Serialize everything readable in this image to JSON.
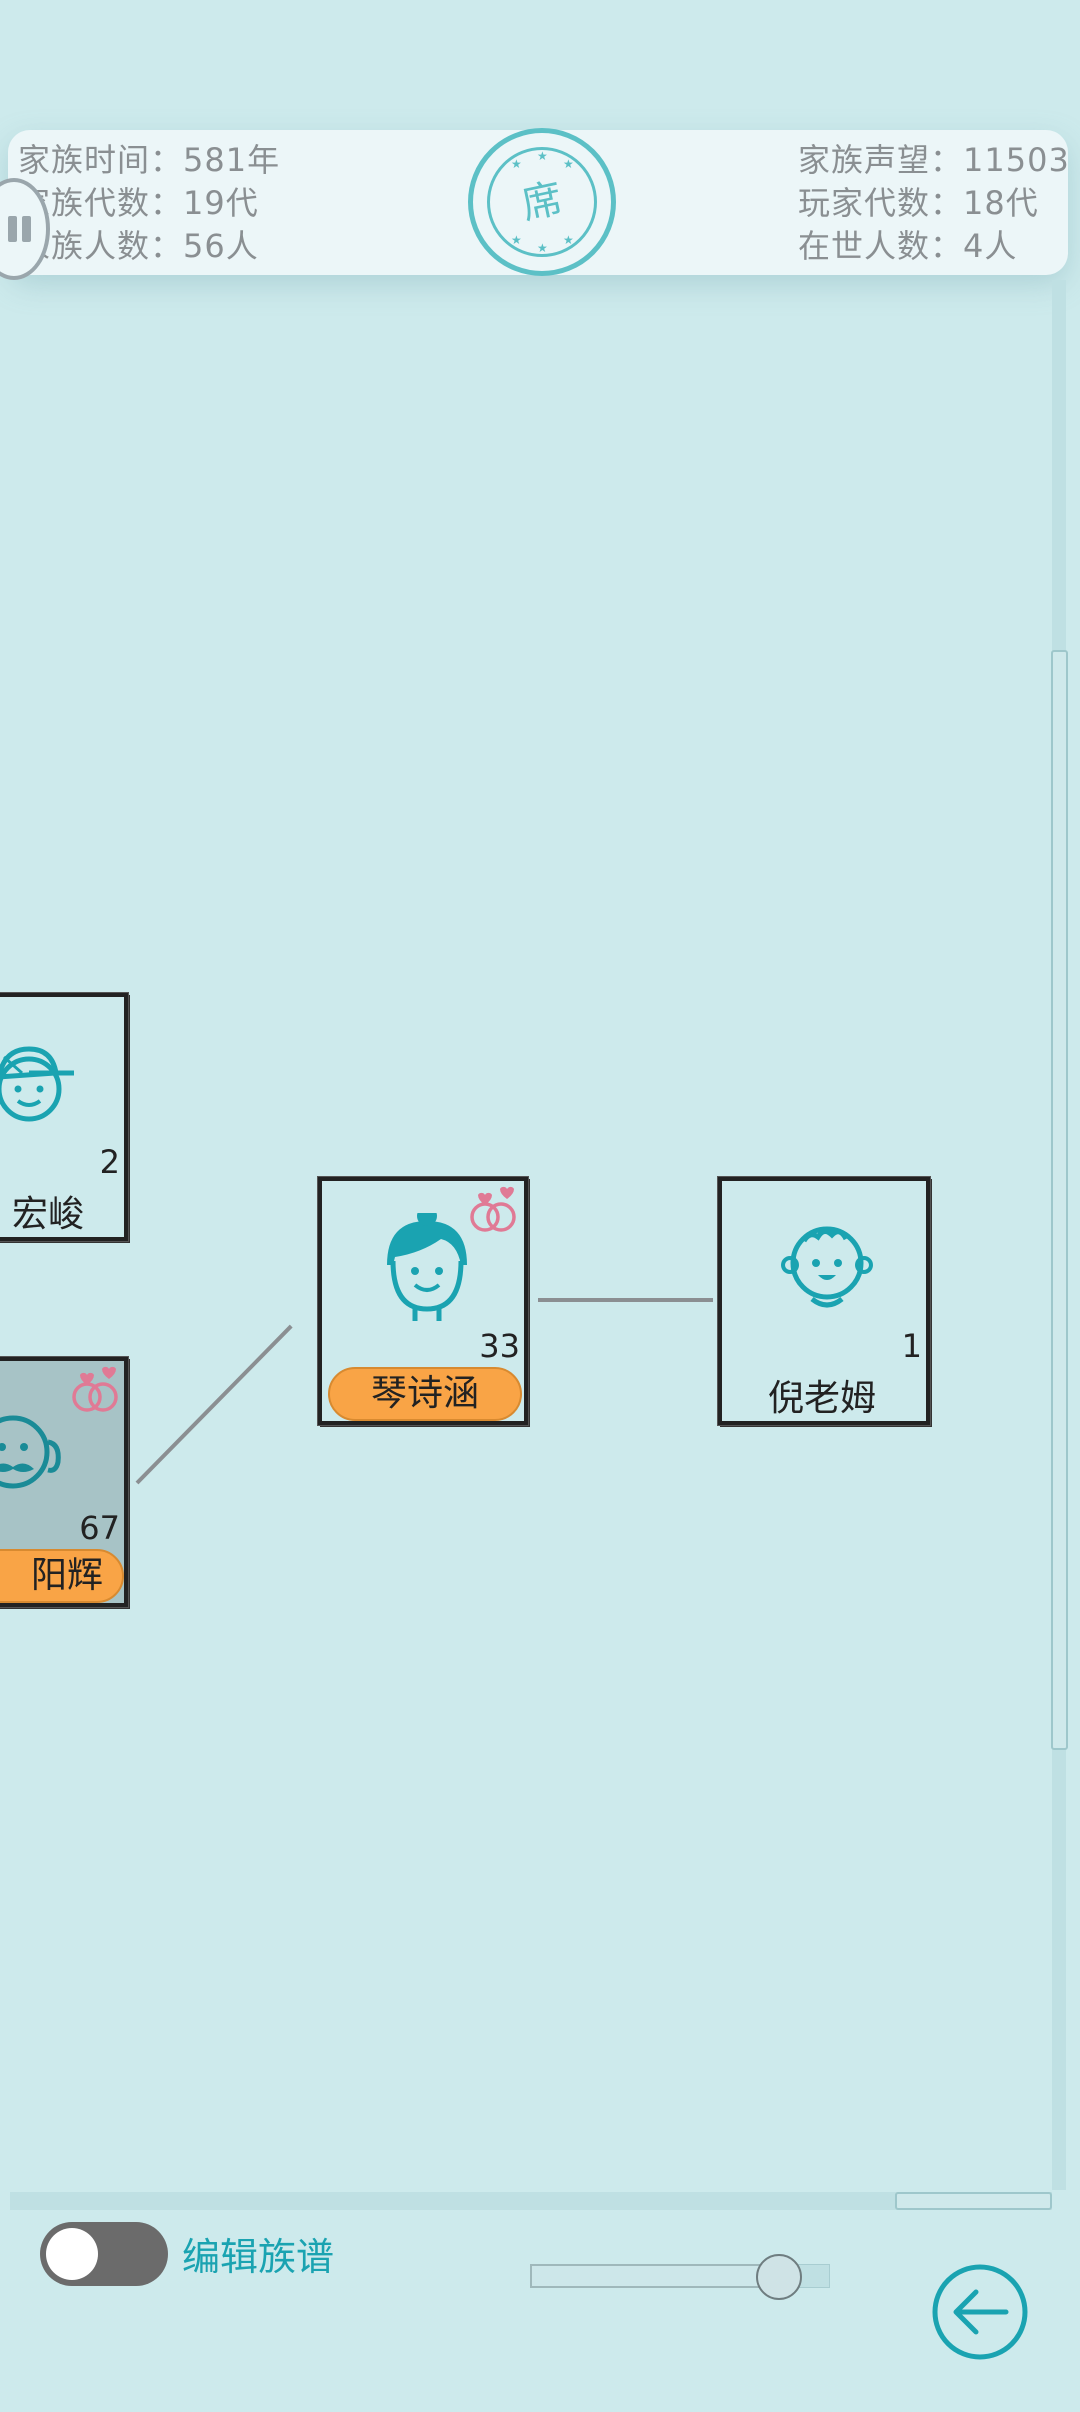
{
  "header": {
    "left": [
      {
        "label": "家族时间：",
        "value": "581年"
      },
      {
        "label": "家族代数：",
        "value": "19代"
      },
      {
        "label": "家族人数：",
        "value": "56人"
      }
    ],
    "right": [
      {
        "label": "家族声望：",
        "value": "11503"
      },
      {
        "label": "玩家代数：",
        "value": "18代"
      },
      {
        "label": "在世人数：",
        "value": "4人"
      }
    ],
    "stamp_char": "席"
  },
  "cards": [
    {
      "id": "hongjun",
      "name": "宏峻",
      "age": "2",
      "avatar": "boy-cap-icon",
      "married": false,
      "dimmed": false
    },
    {
      "id": "yanghui",
      "name": "阳辉",
      "age": "67",
      "avatar": "old-man-mustache-icon",
      "married": true,
      "dimmed": true
    },
    {
      "id": "qinshihan",
      "name": "琴诗涵",
      "age": "33",
      "avatar": "woman-icon",
      "married": true,
      "dimmed": false
    },
    {
      "id": "nilaomu",
      "name": "倪老姆",
      "age": "1",
      "avatar": "baby-icon",
      "married": false,
      "dimmed": false
    }
  ],
  "controls": {
    "edit_label": "编辑族谱",
    "edit_toggle_on": false,
    "zoom_slider_value": 0.83
  },
  "colors": {
    "background": "#cdeaec",
    "accent": "#1aa3b1",
    "name_pill": "#f9a446",
    "text_gray": "#8a8f92"
  }
}
